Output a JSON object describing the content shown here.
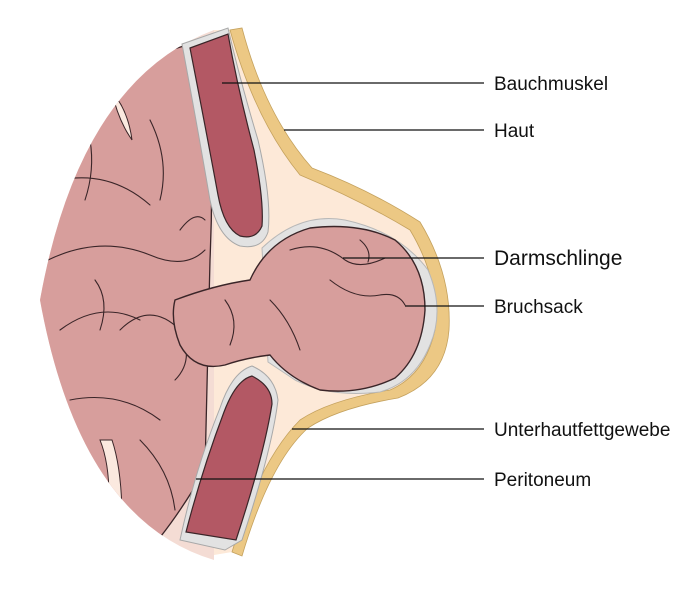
{
  "labels": {
    "bauchmuskel": "Bauchmuskel",
    "haut": "Haut",
    "darmschlinge": "Darmschlinge",
    "bruchsack": "Bruchsack",
    "unterhautfettgewebe": "Unterhautfettgewebe",
    "peritoneum": "Peritoneum"
  },
  "colors": {
    "intestine": "#d79e9c",
    "muscle": "#b35864",
    "skin": "#ecc884",
    "fat": "#fde9d8",
    "peritoneum": "#e2e2e2",
    "outline": "#3a2528"
  }
}
